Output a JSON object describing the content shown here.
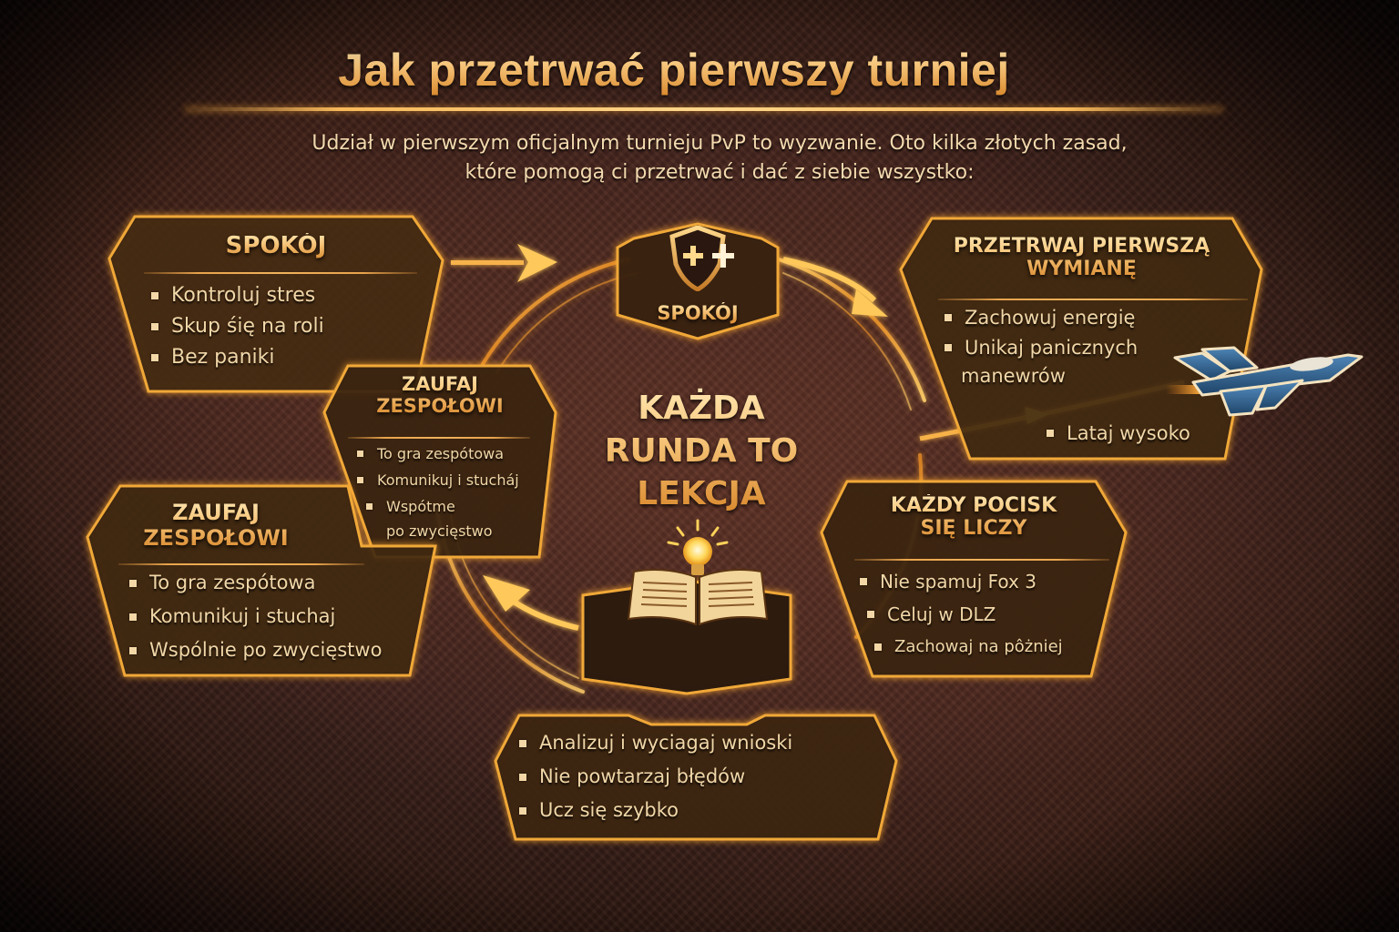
{
  "header": {
    "title": "Jak przetrwać pierwszy turniej",
    "subtitle_line1": "Udział w pierwszym oficjalnym turnieju PvP to wyzwanie. Oto kilka złotych zasad,",
    "subtitle_line2": "które pomogą ci przetrwać i dać z siebie wszystko:"
  },
  "center": {
    "title_line1": "KAŻDA",
    "title_line2": "RUNDA TO",
    "title_line3": "LEKCJA"
  },
  "badge_top": {
    "icon": "shield-plus-icon",
    "label": "SPOKÓJ"
  },
  "badge_bottom": {
    "icon": "book-lightbulb-icon"
  },
  "panels": {
    "calm": {
      "title": "SPOKÓJ",
      "items": [
        "Kontroluj stres",
        "Skup śię na roli",
        "Bez paniki"
      ]
    },
    "trust_small": {
      "title_line1": "ZAUFAJ",
      "title_line2": "ZESPOŁOWI",
      "items": [
        "To gra zespótowa",
        "Komunikuj i stucháj",
        "Wspótme",
        "po zwycięstwo"
      ]
    },
    "trust_large": {
      "title_line1": "ZAUFAJ",
      "title_line2": "ZESPOŁOWI",
      "items": [
        "To gra zespótowa",
        "Komunikuj i stuchaj",
        "Wspólnie po zwycięstwo"
      ]
    },
    "survive": {
      "title_line1": "PRZETRWAJ PIERWSZĄ",
      "title_line2": "WYMIANĘ",
      "items": [
        "Zachowuj energię",
        "Unikaj panicznych",
        "manewrów",
        "Lataj wysoko"
      ],
      "icon": "fighter-jet-icon"
    },
    "missile": {
      "title_line1": "KAŻDY POCISK",
      "title_line2": "SIĘ LICZY",
      "items": [
        "Nie spamuj Fox 3",
        "Celuj w DLZ",
        "Zachowaj na pôżniej"
      ]
    },
    "learn": {
      "items": [
        "Analizuj i wyciagaj wnioski",
        "Nie powtarzaj błędów",
        "Ucz się szybko"
      ]
    }
  },
  "colors": {
    "border_gold": "#f0a838",
    "text_cream": "#f1d7a8",
    "heading_gold": "#f6c57a",
    "background": "#3a201c",
    "jet_blue": "#2f5f8f"
  }
}
